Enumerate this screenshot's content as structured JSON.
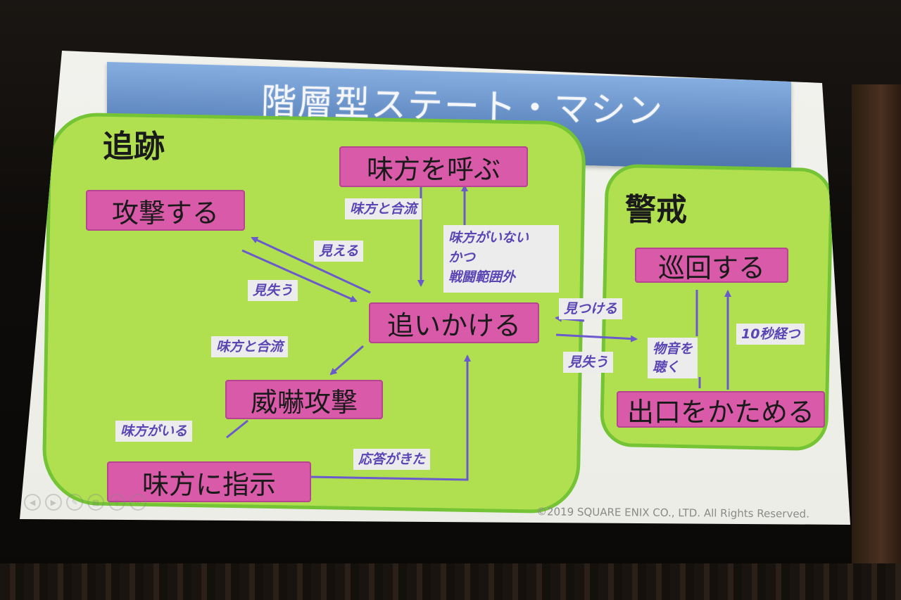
{
  "slide": {
    "title": "階層型ステート・マシン",
    "copyright": "©2019 SQUARE ENIX CO., LTD. All Rights Reserved."
  },
  "groups": {
    "chase": "追跡",
    "alert": "警戒"
  },
  "states": {
    "call_ally": "味方を呼ぶ",
    "attack": "攻撃する",
    "chase": "追いかける",
    "threat_attack": "威嚇攻撃",
    "instruct_ally": "味方に指示",
    "patrol": "巡回する",
    "guard_exit": "出口をかためる"
  },
  "transitions": {
    "join_ally_top": "味方と合流",
    "no_ally_1": "味方がいない",
    "no_ally_2": "かつ",
    "no_ally_3": "戦闘範囲外",
    "see": "見える",
    "lose_left": "見失う",
    "join_ally_left": "味方と合流",
    "has_ally": "味方がいる",
    "reply": "応答がきた",
    "find": "見つける",
    "lose_right": "見失う",
    "hear_1": "物音を",
    "hear_2": "聴く",
    "ten_sec": "10秒経つ"
  },
  "colors": {
    "panel_fill": "#b0e050",
    "panel_border": "#74c435",
    "state_fill": "#d85aa8",
    "arrow": "#6a5acd",
    "label_text": "#5b45b5",
    "title_bar": "#5e87c0"
  }
}
